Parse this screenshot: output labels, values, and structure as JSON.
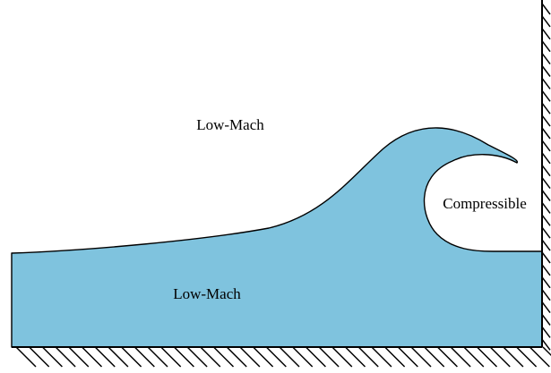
{
  "labels": {
    "upper_region": "Low-Mach",
    "lower_region": "Low-Mach",
    "trapped_region": "Compressible"
  },
  "colors": {
    "fluid": "#7fc3de",
    "outline": "#000000",
    "background": "#ffffff"
  },
  "boundaries": {
    "floor": "hatched-wall",
    "right": "hatched-wall"
  }
}
